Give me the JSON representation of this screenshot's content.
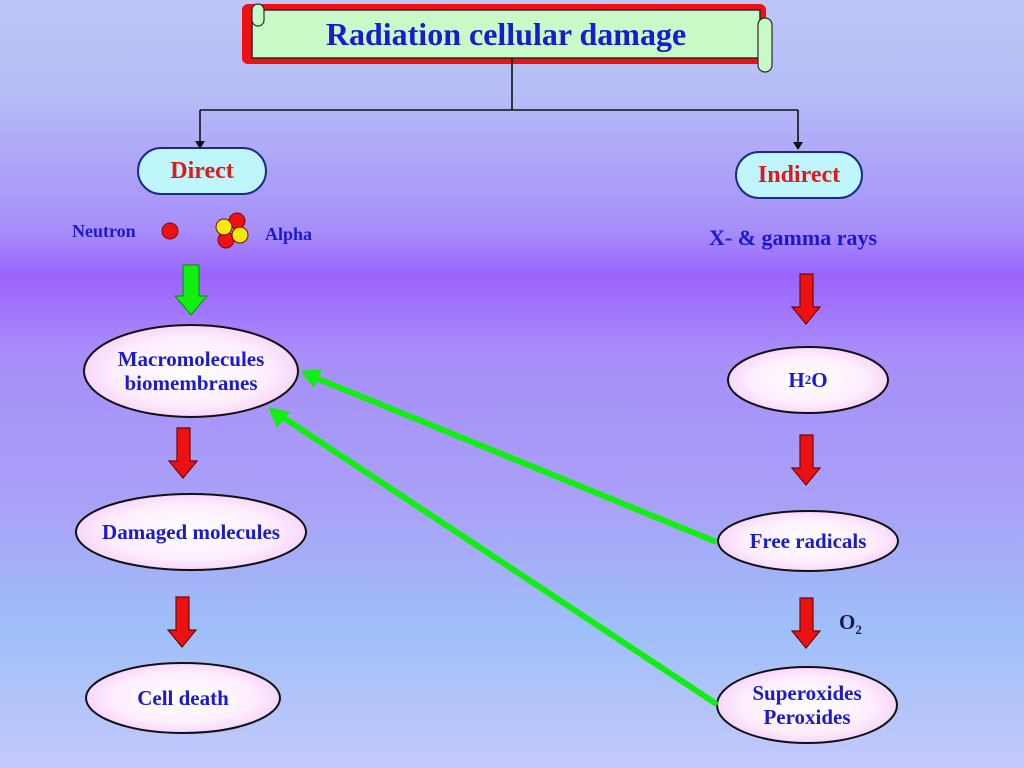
{
  "title": "Radiation cellular damage",
  "branches": {
    "direct": "Direct",
    "indirect": "Indirect"
  },
  "direct_sources": {
    "neutron": "Neutron",
    "alpha": "Alpha"
  },
  "indirect_source": "X- & gamma rays",
  "direct_chain": {
    "macro_line1": "Macromolecules",
    "macro_line2": "biomembranes",
    "damaged": "Damaged molecules",
    "death": "Cell death"
  },
  "indirect_chain": {
    "water_main": "H",
    "water_sub": "2",
    "water_end": "O",
    "radicals": "Free radicals",
    "oxygen_main": "O",
    "oxygen_sub": "2",
    "super_line1": "Superoxides",
    "super_line2": "Peroxides"
  },
  "colors": {
    "title_text": "#1a1ad0",
    "branch_text": "#e01a1a",
    "node_text": "#1a1ad0",
    "red_arrow": "#ee1111",
    "green_arrow": "#11ee11",
    "particle_red": "#ee1111",
    "particle_yellow": "#f5e80a",
    "banner_fill": "#c8fac8",
    "banner_shadow": "#ee1111"
  }
}
